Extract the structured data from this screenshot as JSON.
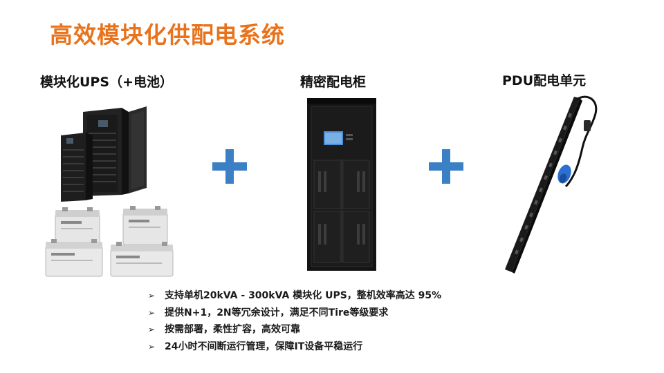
{
  "title": "高效模块化供配电系统",
  "columns": [
    {
      "label": "模块化UPS（+电池）"
    },
    {
      "label": "精密配电柜"
    },
    {
      "label": "PDU配电单元"
    }
  ],
  "icons": {
    "plus": "plus-icon",
    "bullet": "arrow-bullet-icon"
  },
  "colors": {
    "title": "#e8731c",
    "plus": "#3b7fc4"
  },
  "bullets": [
    "支持单机20kVA - 300kVA 模块化 UPS，整机效率高达 95%",
    "提供N+1，2N等冗余设计，满足不同Tire等级要求",
    "按需部署，柔性扩容，高效可靠",
    "24小时不间断运行管理，保障IT设备平稳运行"
  ],
  "bullet_char": "➢"
}
